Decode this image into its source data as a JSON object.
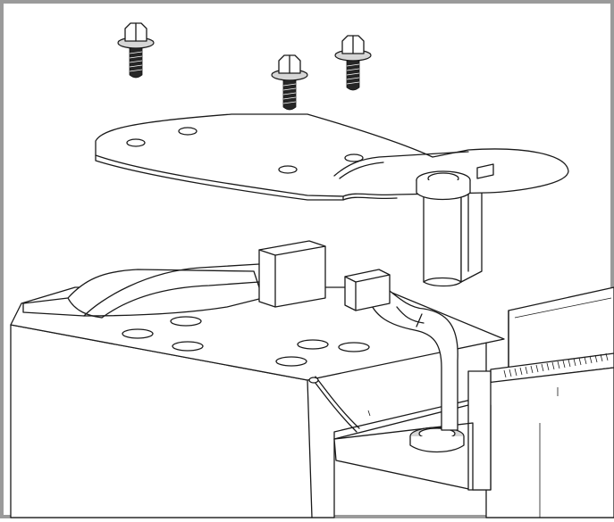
{
  "figure": {
    "kind": "exploded assembly line drawing",
    "frame_color": "#9a9a9a",
    "line_color": "#1a1a1a",
    "background": "#ffffff"
  },
  "parts": {
    "screws": [
      "flange-screw-icon",
      "flange-screw-icon",
      "flange-screw-icon"
    ],
    "bracket": "mounting-bracket",
    "connector": "wire-connector",
    "cable": "ground-cable",
    "battery": "battery-box"
  }
}
